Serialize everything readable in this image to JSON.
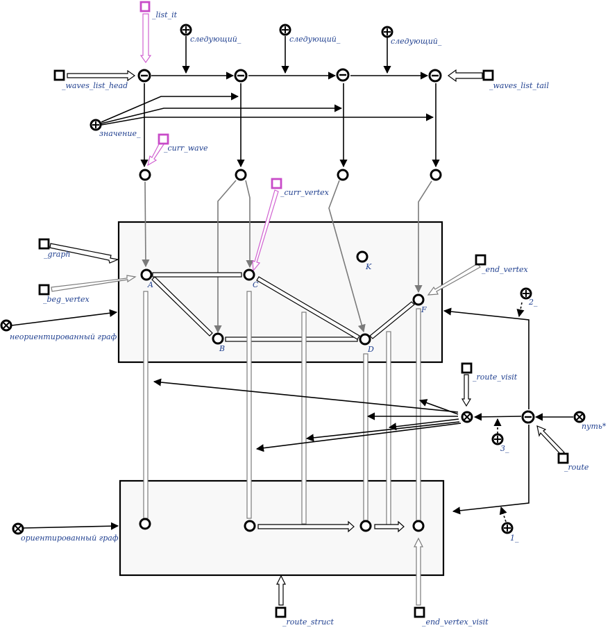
{
  "nodes": {
    "list_it": "_list_it",
    "waves_list_head": "_waves_list_head",
    "waves_list_tail": "_waves_list_tail",
    "next": "следующий_",
    "value": "значение_",
    "curr_wave": "_curr_wave",
    "curr_vertex": "_curr_vertex",
    "graph": "_graph",
    "beg_vertex": "_beg_vertex",
    "end_vertex": "_end_vertex",
    "undirected_graph": "неориентированный граф",
    "directed_graph": "ориентированный граф",
    "route_visit": "_route_visit",
    "path": "путь*",
    "route": "_route",
    "route_struct": "_route_struct",
    "end_vertex_visit": "_end_vertex_visit",
    "num1": "1_",
    "num2": "2_",
    "num3": "3_"
  },
  "vertices": {
    "a": "A",
    "b": "B",
    "c": "C",
    "d": "D",
    "f": "F",
    "k": "K"
  },
  "colors": {
    "node_stroke": "#000000",
    "label_text": "#1f3f8f",
    "variable_highlight": "#c84bc8",
    "membership_gray": "#7a7a7a",
    "frame_fill": "#f8f8f8"
  }
}
